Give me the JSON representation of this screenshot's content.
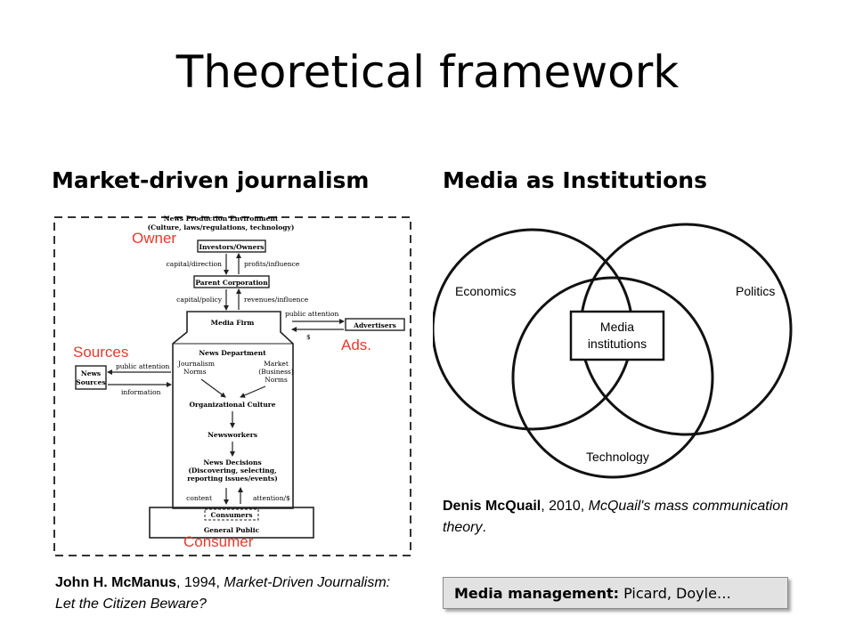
{
  "title": "Theoretical framework",
  "left": {
    "heading": "Market-driven journalism",
    "diagram": {
      "env_title": "News Production Environment",
      "env_sub": "(Culture, laws/regulations, technology)",
      "investors": "Investors/Owners",
      "capital_direction": "capital/direction",
      "profits_influence": "profits/influence",
      "parent": "Parent Corporation",
      "capital_policy": "capital/policy",
      "revenues_influence": "revenues/influence",
      "media_firm": "Media Firm",
      "public_attention_adv": "public attention",
      "advertisers": "Advertisers",
      "dollar": "$",
      "news_department": "News Department",
      "journalism": "Journalism",
      "norms_left": "Norms",
      "market": "Market",
      "business": "(Business)",
      "norms_right": "Norms",
      "news_sources_1": "News",
      "news_sources_2": "Sources",
      "public_attention_src": "public attention",
      "information": "information",
      "org_culture": "Organizational Culture",
      "newsworkers": "Newsworkers",
      "news_decisions": "News Decisions",
      "nd_1": "(Discovering, selecting,",
      "nd_2": "reporting issues/events)",
      "content": "content",
      "attention_money": "attention/$",
      "consumers": "Consumers",
      "general_public": "General Public"
    },
    "labels": {
      "owner": "Owner",
      "sources": "Sources",
      "ads": "Ads.",
      "consumer": "Consumer"
    },
    "citation": {
      "author": "John H. McManus",
      "rest": ", 1994, ",
      "work": "Market-Driven Journalism: Let the Citizen Beware?"
    }
  },
  "right": {
    "heading": "Media as Institutions",
    "venn": {
      "economics": "Economics",
      "politics": "Politics",
      "technology": "Technology",
      "center_1": "Media",
      "center_2": "institutions"
    },
    "citation": {
      "author": "Denis McQuail",
      "rest": ", 2010, ",
      "work": "McQuail's mass communication theory",
      "end": "."
    },
    "management": {
      "label": "Media management:",
      "value": " Picard, Doyle…"
    }
  },
  "colors": {
    "annotation_red": "#e8392f",
    "box_fill": "#e2e2e2"
  }
}
